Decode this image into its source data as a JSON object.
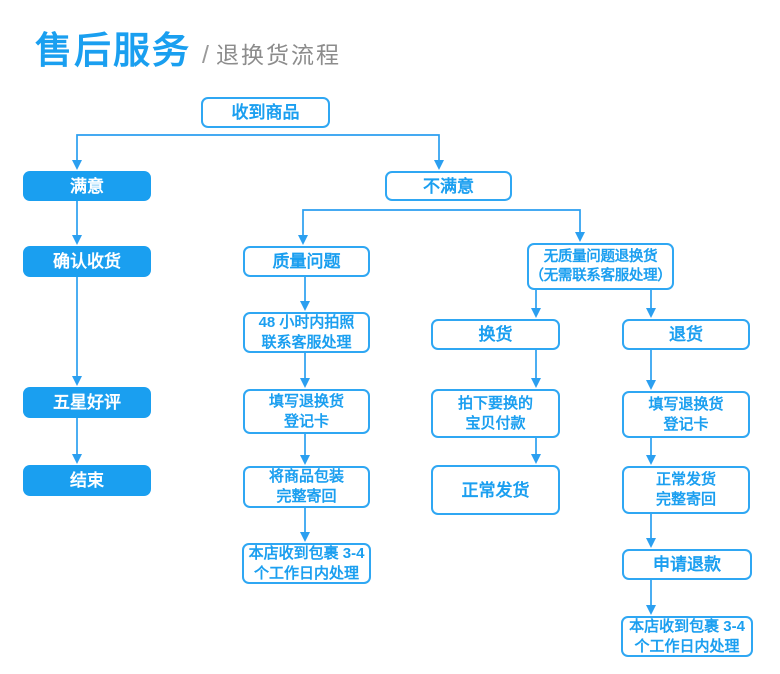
{
  "title": {
    "main": "售后服务",
    "separator": "/",
    "sub": "退换货流程"
  },
  "colors": {
    "accent_blue": "#1a9ff0",
    "box_border_blue": "#2fa7f3",
    "connector_blue": "#2b9ff0",
    "solid_box_fill": "#1a9ff0",
    "solid_box_text": "#ffffff",
    "title_gray": "#8c8c8c",
    "background": "#ffffff"
  },
  "flowchart": {
    "nodes": [
      {
        "id": "received-goods",
        "label": "收到商品",
        "style": "outline"
      },
      {
        "id": "satisfied",
        "label": "满意",
        "style": "solid"
      },
      {
        "id": "unsatisfied",
        "label": "不满意",
        "style": "outline"
      },
      {
        "id": "confirm-receipt",
        "label": "确认收货",
        "style": "solid"
      },
      {
        "id": "quality-problem",
        "label": "质量问题",
        "style": "outline"
      },
      {
        "id": "no-quality-return",
        "label": "无质量问题退换货\n（无需联系客服处理）",
        "style": "outline"
      },
      {
        "id": "photo-48h",
        "label": "48 小时内拍照\n联系客服处理",
        "style": "outline"
      },
      {
        "id": "exchange",
        "label": "换货",
        "style": "outline"
      },
      {
        "id": "return",
        "label": "退货",
        "style": "outline"
      },
      {
        "id": "five-star-review",
        "label": "五星好评",
        "style": "solid"
      },
      {
        "id": "fill-card-quality",
        "label": "填写退换货\n登记卡",
        "style": "outline"
      },
      {
        "id": "pay-for-new-item",
        "label": "拍下要换的\n宝贝付款",
        "style": "outline"
      },
      {
        "id": "fill-card-return",
        "label": "填写退换货\n登记卡",
        "style": "outline"
      },
      {
        "id": "end",
        "label": "结束",
        "style": "solid"
      },
      {
        "id": "pack-and-ship-back",
        "label": "将商品包装\n完整寄回",
        "style": "outline"
      },
      {
        "id": "normal-shipping",
        "label": "正常发货",
        "style": "outline"
      },
      {
        "id": "ship-back-intact",
        "label": "正常发货\n完整寄回",
        "style": "outline"
      },
      {
        "id": "store-processing-quality",
        "label": "本店收到包裹 3-4\n个工作日内处理",
        "style": "outline"
      },
      {
        "id": "apply-refund",
        "label": "申请退款",
        "style": "outline"
      },
      {
        "id": "store-processing-return",
        "label": "本店收到包裹 3-4\n个工作日内处理",
        "style": "outline"
      }
    ]
  }
}
